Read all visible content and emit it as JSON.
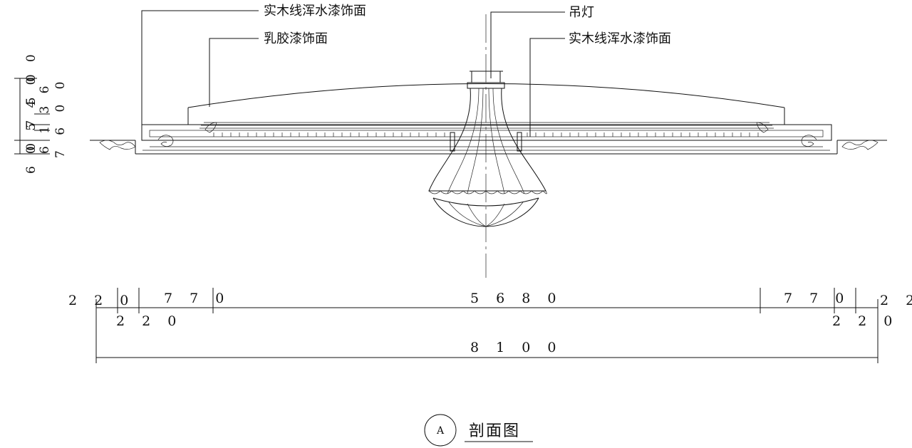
{
  "labels": {
    "wood_trim_left": "实木线浑水漆饰面",
    "latex_paint": "乳胶漆饰面",
    "chandelier": "吊灯",
    "wood_trim_right": "实木线浑水漆饰面"
  },
  "dims_top": {
    "left_220": "2 2 0",
    "left_770": "7 7 0",
    "center_5680": "5 6 8 0",
    "right_770": "7 7 0",
    "right_22": "2 2"
  },
  "dims_bottom": {
    "left_220": "2 2 0",
    "right_220": "2 2 0",
    "total_8100": "8 1 0 0"
  },
  "dims_vertical": {
    "col1": "6 0 7 5 0",
    "col2": "0 5 4 0 0",
    "col3": "6 1 3 6",
    "col4": "7 6 0 0"
  },
  "section": {
    "marker": "A",
    "title": "剖面图"
  }
}
